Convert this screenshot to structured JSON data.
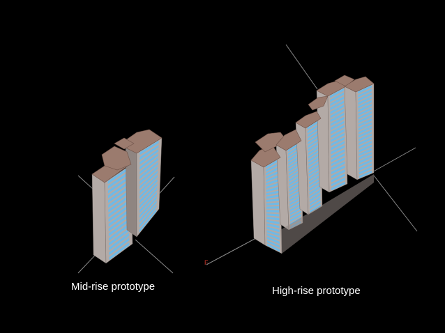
{
  "captions": {
    "mid_rise": "Mid-rise prototype",
    "high_rise": "High-rise prototype"
  },
  "axis_marker": "F",
  "colors": {
    "background": "#000000",
    "roof": "#9b7b6e",
    "wall_side": "#b3aaa6",
    "wall_shadow": "#8f8581",
    "glazing": "#6fb9e6",
    "slab": "#d8d2ce",
    "axis_line": "#8a8a8a",
    "marker": "#d33a2c",
    "caption": "#ffffff"
  },
  "models": {
    "mid_rise": {
      "floors": 17,
      "wings": 2
    },
    "high_rise": {
      "floors": 24,
      "wings": 5
    }
  }
}
